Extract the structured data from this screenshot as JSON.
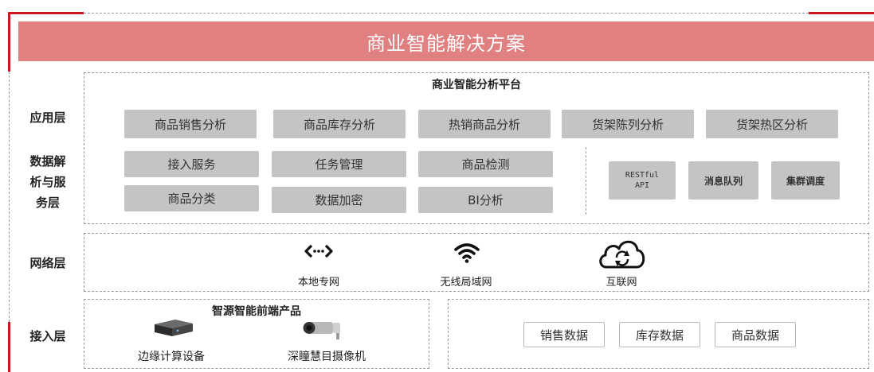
{
  "title": "商业智能解决方案",
  "colors": {
    "banner": "#e08080",
    "accent": "#c9181e",
    "box_gray": "#c4c4c4"
  },
  "layers": {
    "app": "应用层",
    "data_service": "数据解析与服务层",
    "data_service_lines": [
      "数据解",
      "析与服",
      "务层"
    ],
    "network": "网络层",
    "access": "接入层"
  },
  "platform": {
    "title": "商业智能分析平台",
    "apps": [
      "商品销售分析",
      "商品库存分析",
      "热销商品分析",
      "货架陈列分析",
      "货架热区分析"
    ],
    "services": [
      "接入服务",
      "任务管理",
      "商品检测",
      "商品分类",
      "数据加密",
      "BI分析"
    ],
    "infra": {
      "restful_line1": "RESTful",
      "restful_line2": "API",
      "mq": "消息队列",
      "cluster": "集群调度"
    }
  },
  "network": [
    {
      "label": "本地专网",
      "icon": "code-arrows-icon"
    },
    {
      "label": "无线局域网",
      "icon": "wifi-icon"
    },
    {
      "label": "互联网",
      "icon": "cloud-sync-icon"
    }
  ],
  "access": {
    "frontend_title": "智源智能前端产品",
    "devices": [
      {
        "label": "边缘计算设备",
        "icon": "edge-device-icon"
      },
      {
        "label": "深瞳慧目摄像机",
        "icon": "camera-icon"
      }
    ],
    "data": [
      "销售数据",
      "库存数据",
      "商品数据"
    ]
  }
}
